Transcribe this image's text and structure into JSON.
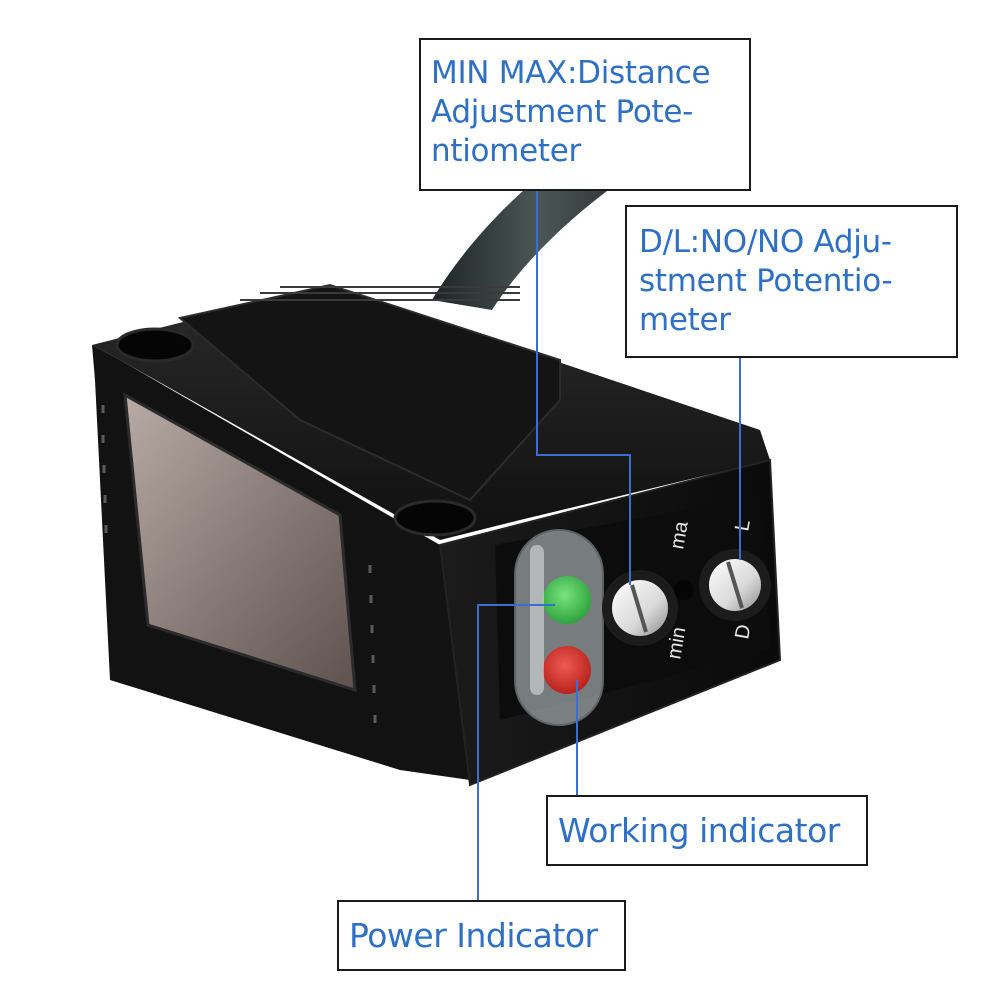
{
  "callouts": {
    "distance_pot": "MIN MAX:Distance\nAdjustment Pote-\nntiometer",
    "mode_pot": "D/L:NO/NO Adju-\nstment Potentio-\nmeter",
    "working_indicator": "Working indicator",
    "power_indicator": "Power Indicator"
  },
  "device_markings": {
    "max": "ma",
    "min": "min",
    "dark": "D",
    "light": "L"
  },
  "colors": {
    "callout_text": "#2f6fc6",
    "leader_line": "#3a6fd0",
    "power_led": "#3fbf4a",
    "working_led": "#d8322c",
    "housing": "#151515"
  }
}
